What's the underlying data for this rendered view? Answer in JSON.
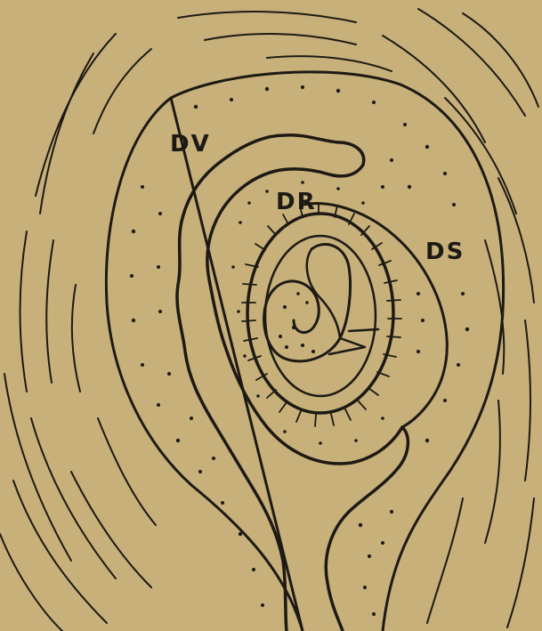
{
  "labels": {
    "dv": "DV",
    "dr": "DR",
    "ds": "DS"
  },
  "colors": {
    "background": "#c7b07a",
    "ink": "#1d1a14"
  }
}
